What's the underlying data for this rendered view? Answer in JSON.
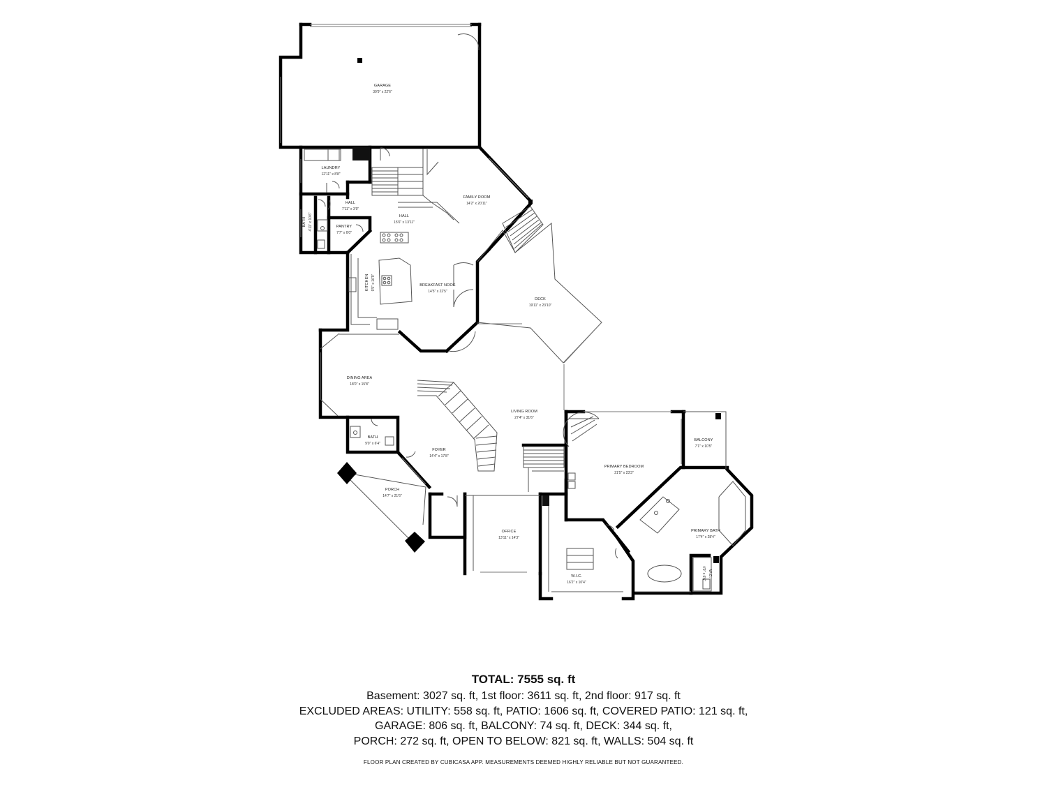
{
  "rooms": [
    {
      "key": "garage",
      "name": "GARAGE",
      "dim": "30'9\" x 22'6\""
    },
    {
      "key": "laundry",
      "name": "LAUNDRY",
      "dim": "12'11\" x 8'8\""
    },
    {
      "key": "hall_small",
      "name": "HALL",
      "dim": "7'11\" x 3'9\""
    },
    {
      "key": "bath_small",
      "name": "BATH",
      "dim": "4'11\" x 10'6\""
    },
    {
      "key": "pantry",
      "name": "PANTRY",
      "dim": "7'7\" x 6'0\""
    },
    {
      "key": "hall",
      "name": "HALL",
      "dim": "15'6\" x 13'11\""
    },
    {
      "key": "family_room",
      "name": "FAMILY ROOM",
      "dim": "14'2\" x 20'11\""
    },
    {
      "key": "kitchen",
      "name": "KITCHEN",
      "dim": "9'5\" x 16'9\""
    },
    {
      "key": "breakfast_nook",
      "name": "BREAKFAST NOOK",
      "dim": "14'5\" x 22'5\""
    },
    {
      "key": "deck",
      "name": "DECK",
      "dim": "19'11\" x 23'10\""
    },
    {
      "key": "dining_area",
      "name": "DINING AREA",
      "dim": "18'0\" x 15'8\""
    },
    {
      "key": "living_room",
      "name": "LIVING ROOM",
      "dim": "27'4\" x 31'6\""
    },
    {
      "key": "bath",
      "name": "BATH",
      "dim": "9'0\" x 6'4\""
    },
    {
      "key": "foyer",
      "name": "FOYER",
      "dim": "14'4\" x 17'8\""
    },
    {
      "key": "porch",
      "name": "PORCH",
      "dim": "14'7\" x 21'6\""
    },
    {
      "key": "office",
      "name": "OFFICE",
      "dim": "13'11\" x 14'3\""
    },
    {
      "key": "primary_bedroom",
      "name": "PRIMARY BEDROOM",
      "dim": "21'5\" x 23'3\""
    },
    {
      "key": "balcony",
      "name": "BALCONY",
      "dim": "7'1\" x 10'5\""
    },
    {
      "key": "primary_bath",
      "name": "PRIMARY BATH",
      "dim": "17'4\" x 28'4\""
    },
    {
      "key": "wic",
      "name": "W.I.C.",
      "dim": "16'2\" x 10'4\""
    },
    {
      "key": "wc",
      "name": "W.C.",
      "dim": "4'9\" x 6'6\""
    }
  ],
  "summary": {
    "total": "TOTAL: 7555 sq. ft",
    "lines": [
      "Basement: 3027 sq. ft, 1st floor: 3611 sq. ft, 2nd floor: 917 sq. ft",
      "EXCLUDED AREAS: UTILITY: 558 sq. ft, PATIO: 1606 sq. ft, COVERED PATIO: 121 sq. ft,",
      "GARAGE: 806 sq. ft, BALCONY: 74 sq. ft, DECK: 344 sq. ft,",
      "PORCH: 272 sq. ft, OPEN TO BELOW: 821 sq. ft, WALLS: 504 sq. ft"
    ]
  },
  "footer": "FLOOR PLAN CREATED BY CUBICASA APP. MEASUREMENTS DEEMED HIGHLY RELIABLE BUT NOT GUARANTEED."
}
